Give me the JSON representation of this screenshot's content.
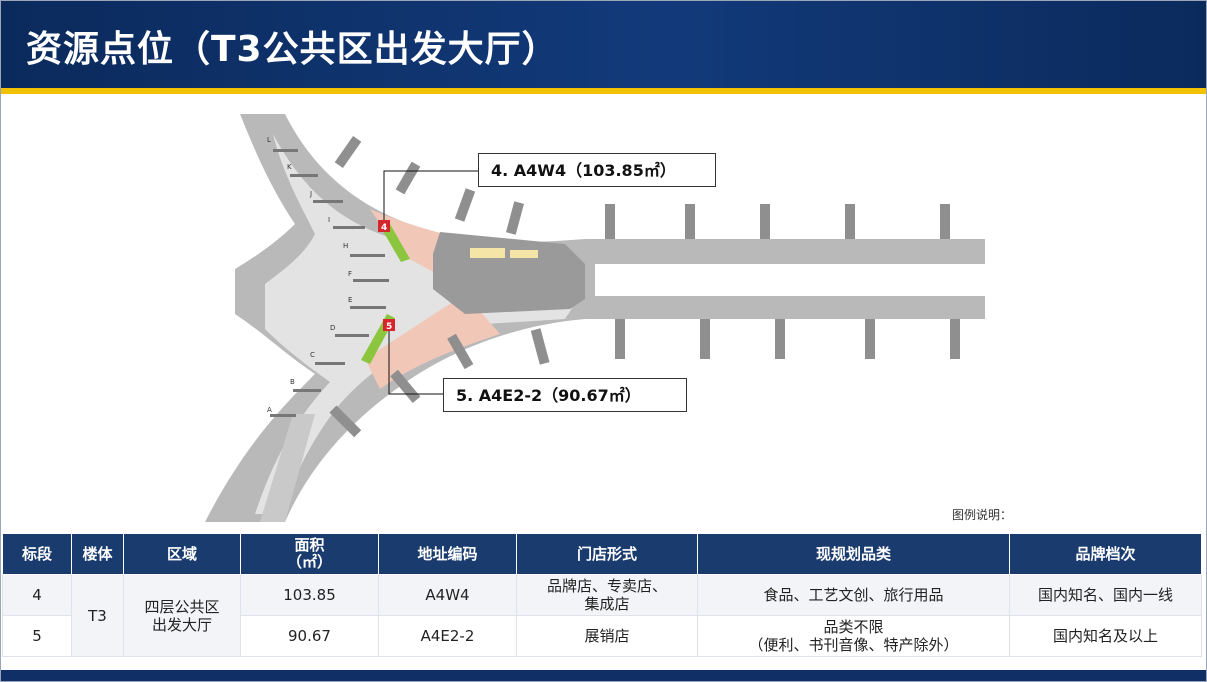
{
  "header": {
    "title": "资源点位（T3公共区出发大厅）"
  },
  "map": {
    "callouts": [
      {
        "text": "4. A4W4（103.85㎡）",
        "marker": "4"
      },
      {
        "text": "5. A4E2-2（90.67㎡）",
        "marker": "5"
      }
    ],
    "gate_labels": [
      "L",
      "K",
      "J",
      "I",
      "H",
      "F",
      "E",
      "D",
      "C",
      "B",
      "A"
    ],
    "legend_label": "图例说明："
  },
  "table": {
    "headers": [
      "标段",
      "楼体",
      "区域",
      "面积（㎡）",
      "地址编码",
      "门店形式",
      "现规划品类",
      "品牌档次"
    ],
    "area_header_line1": "面积",
    "area_header_line2": "（㎡）",
    "building": "T3",
    "region": "四层公共区出发大厅",
    "region_line1": "四层公共区",
    "region_line2": "出发大厅",
    "rows": [
      {
        "section": "4",
        "area": "103.85",
        "code": "A4W4",
        "store_line1": "品牌店、专卖店、",
        "store_line2": "集成店",
        "category_line1": "食品、工艺文创、旅行用品",
        "category_line2": "",
        "brand": "国内知名、国内一线"
      },
      {
        "section": "5",
        "area": "90.67",
        "code": "A4E2-2",
        "store_line1": "展销店",
        "store_line2": "",
        "category_line1": "品类不限",
        "category_line2": "（便利、书刊音像、特产除外）",
        "brand": "国内知名及以上"
      }
    ]
  }
}
